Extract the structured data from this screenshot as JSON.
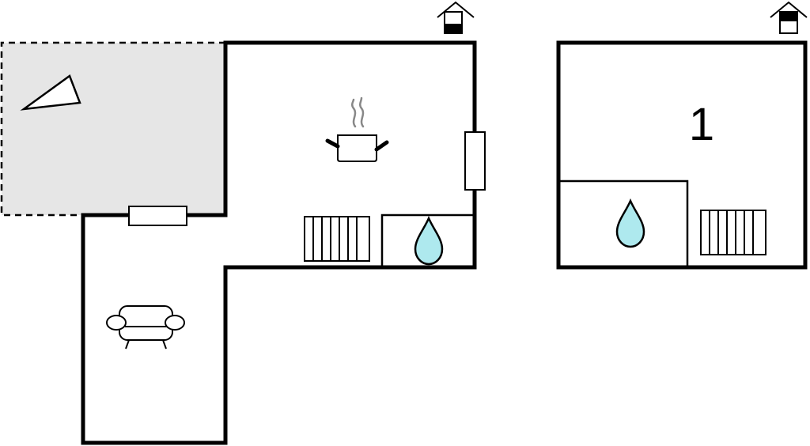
{
  "floor_plan": {
    "rooms": [
      {
        "id": "terrace",
        "type": "terrace"
      },
      {
        "id": "kitchen",
        "type": "kitchen"
      },
      {
        "id": "kitchen-bathroom",
        "type": "bathroom"
      },
      {
        "id": "living-room",
        "type": "living-room"
      },
      {
        "id": "bedroom",
        "type": "bedroom",
        "label": "1"
      },
      {
        "id": "bedroom-bathroom",
        "type": "bathroom"
      }
    ],
    "floor_indicators": [
      {
        "id": "ground-floor",
        "icon": "house-level-lower-icon"
      },
      {
        "id": "upper-floor",
        "icon": "house-level-upper-icon"
      }
    ],
    "icons": [
      "sunbed-icon",
      "cooking-pot-icon",
      "radiator-icon",
      "water-drop-icon",
      "sofa-icon"
    ]
  },
  "colors": {
    "wall": "#000000",
    "terrace_fill": "#e6e6e6",
    "water": "#aee9ee",
    "steam": "#888888",
    "background": "#ffffff"
  }
}
